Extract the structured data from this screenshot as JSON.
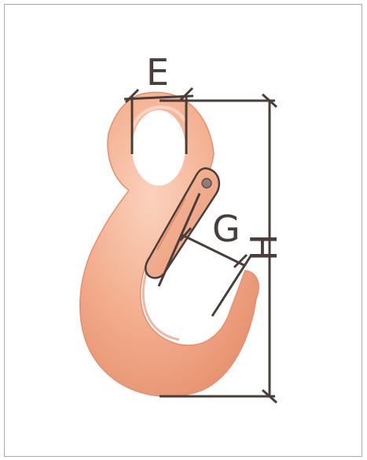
{
  "diagram": {
    "labels": {
      "e": "E",
      "g": "G",
      "h": "H"
    },
    "colors": {
      "hook_body": "#f3ad8d",
      "hook_shadow": "#e2896a",
      "hook_highlight": "#fbd8c6",
      "dimension_line": "#4a3d3a",
      "frame_border": "#a9a9a9"
    }
  }
}
